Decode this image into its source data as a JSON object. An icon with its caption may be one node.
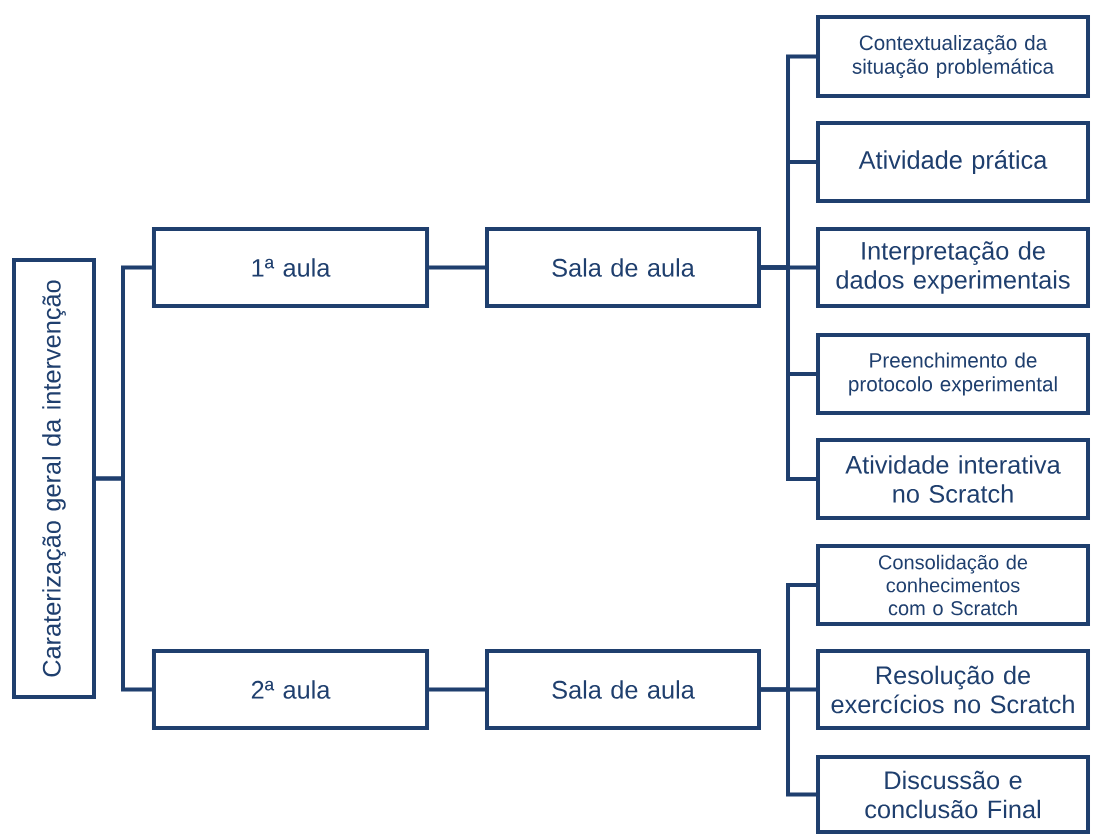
{
  "diagram": {
    "nodes": [
      {
        "text": [
          "Caraterização geral da intervenção"
        ]
      },
      {
        "text": [
          "1ª aula"
        ]
      },
      {
        "text": [
          "2ª aula"
        ]
      },
      {
        "text": [
          "Sala de aula"
        ]
      },
      {
        "text": [
          "Sala de aula"
        ]
      },
      {
        "text": [
          "Contextualização da situação problemática"
        ]
      },
      {
        "text": [
          "Atividade prática"
        ]
      },
      {
        "text": [
          "Interpretação de dados experimentais"
        ]
      },
      {
        "text": [
          "Preenchimento de protocolo experimental"
        ]
      },
      {
        "text": [
          "Atividade interativa no Scratch"
        ]
      },
      {
        "text": [
          "Consolidação de conhecimentos com o Scratch"
        ]
      },
      {
        "text": [
          "Resolução de exercícios no Scratch"
        ]
      },
      {
        "text": [
          "Discussão e conclusão Final"
        ]
      }
    ],
    "edges": [
      {
        "from": 0,
        "to": 1,
        "arrow": "none"
      },
      {
        "from": 0,
        "to": 2,
        "arrow": "none"
      },
      {
        "from": 1,
        "to": 3,
        "arrow": "none"
      },
      {
        "from": 2,
        "to": 4,
        "arrow": "none"
      },
      {
        "from": 3,
        "to": 5,
        "arrow": "none"
      },
      {
        "from": 3,
        "to": 6,
        "arrow": "none"
      },
      {
        "from": 3,
        "to": 7,
        "arrow": "none"
      },
      {
        "from": 3,
        "to": 8,
        "arrow": "none"
      },
      {
        "from": 3,
        "to": 9,
        "arrow": "none"
      },
      {
        "from": 4,
        "to": 10,
        "arrow": "none"
      },
      {
        "from": 4,
        "to": 11,
        "arrow": "none"
      },
      {
        "from": 4,
        "to": 12,
        "arrow": "none"
      }
    ]
  }
}
